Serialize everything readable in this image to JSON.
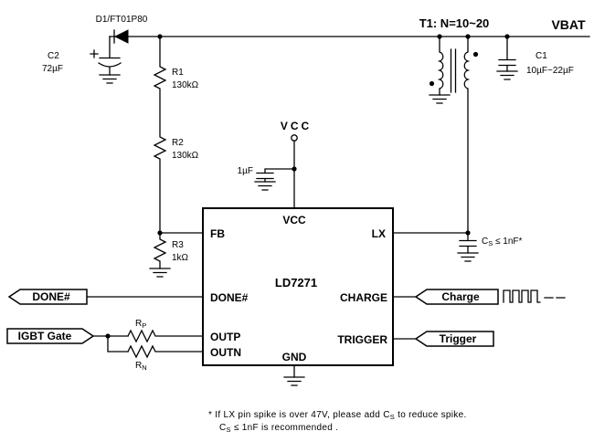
{
  "schematic": {
    "nets": {
      "vbat": "VBAT",
      "vcc": "VCC"
    },
    "components": {
      "d1": "D1/FT01P80",
      "t1": "T1: N=10~20",
      "c2_ref": "C2",
      "c2_val": "72µF",
      "c1_ref": "C1",
      "c1_val": "10µF~22µF",
      "r1_ref": "R1",
      "r1_val": "130kΩ",
      "r2_ref": "R2",
      "r2_val": "130kΩ",
      "r3_ref": "R3",
      "r3_val": "1kΩ",
      "cvcc_val": "1µF",
      "cs_name": "C",
      "cs_sub": "S",
      "cs_spec": " ≤ 1nF*",
      "rp_name": "R",
      "rp_sub": "P",
      "rn_name": "R",
      "rn_sub": "N"
    },
    "ic": {
      "part": "LD7271",
      "pins": {
        "vcc": "VCC",
        "fb": "FB",
        "lx": "LX",
        "done": "DONE#",
        "charge": "CHARGE",
        "outp": "OUTP",
        "outn": "OUTN",
        "trigger": "TRIGGER",
        "gnd": "GND"
      }
    },
    "signals": {
      "done": "DONE#",
      "igbt": "IGBT Gate",
      "charge": "Charge",
      "trigger": "Trigger"
    },
    "footnote": {
      "l1a": "* If LX pin spike is over 47V, please add C",
      "l1sub": "S",
      "l1b": " to reduce spike.",
      "l2a": "C",
      "l2sub": "S",
      "l2b": " ≤ 1nF is recommended ."
    }
  }
}
